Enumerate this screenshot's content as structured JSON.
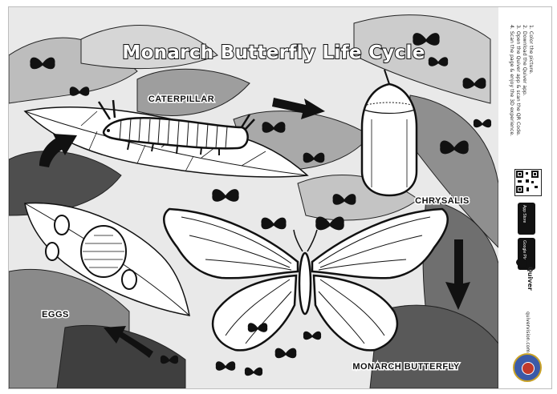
{
  "title": "Monarch Butterfly Life Cycle",
  "stages": {
    "caterpillar": "CATERPILLAR",
    "chrysalis": "CHRYSALIS",
    "butterfly": "MONARCH BUTTERFLY",
    "eggs": "EGGS"
  },
  "sidebar": {
    "steps": [
      "1. Color the picture.",
      "2. Download the Quiver app.",
      "3. Open the Quiver app & scan the QR Code.",
      "4. Scan the page & enjoy the 3D experience."
    ],
    "store_buttons": [
      "App Store",
      "Google Play"
    ],
    "brand": "Quiver",
    "site": "quivervision.com",
    "badge_icon": "org-seal-icon",
    "qr_icon": "qr-code-icon"
  },
  "colors": {
    "ink": "#111111",
    "dark_gray": "#555555",
    "mid_gray": "#8a8a8a",
    "light_gray": "#cfcfcf",
    "paper": "#ffffff"
  }
}
